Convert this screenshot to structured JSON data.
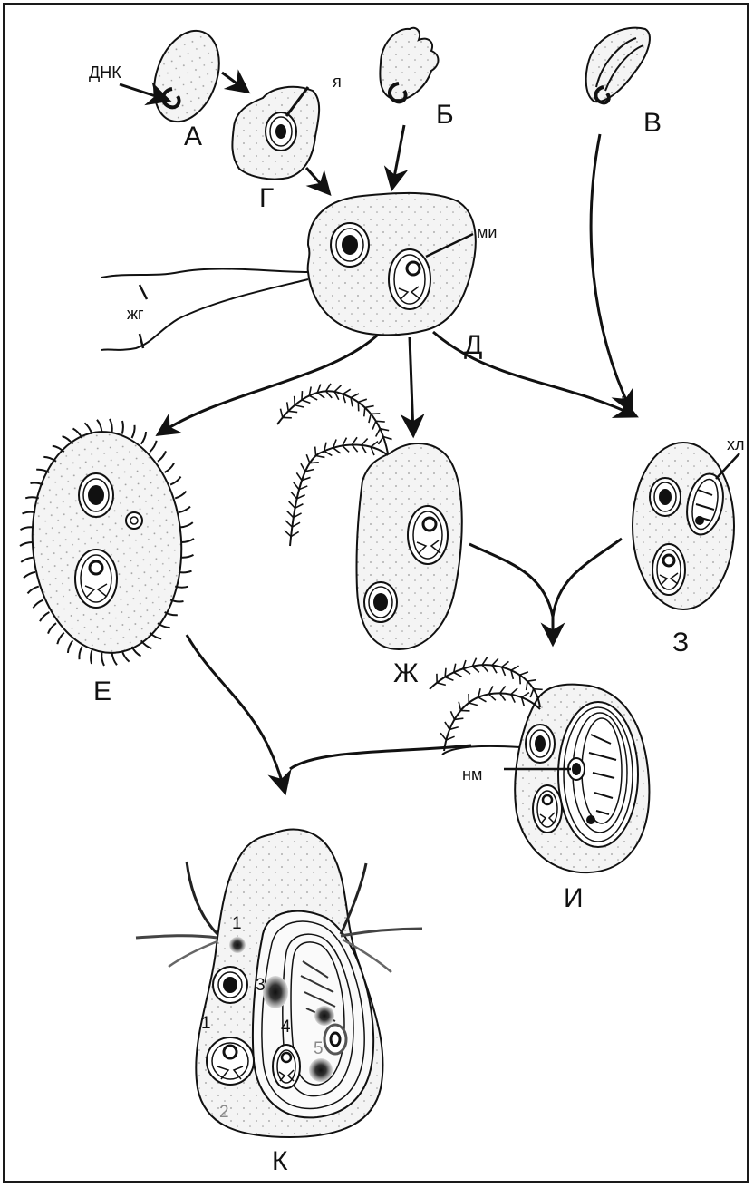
{
  "labels": {
    "dnk": "ДНК",
    "ya": "я",
    "mi": "ми",
    "zhg": "жг",
    "hl": "хл",
    "nm": "нм",
    "A": "А",
    "B": "Б",
    "V": "В",
    "G": "Г",
    "D": "Д",
    "E": "Е",
    "ZH": "Ж",
    "Z": "З",
    "I": "И",
    "K": "К"
  },
  "numbers": {
    "n1a": "1",
    "n1b": "1",
    "n2": "2",
    "n3": "3",
    "n4": "4",
    "n5": "5"
  },
  "colors": {
    "ink": "#111111",
    "cell_fill": "#f1f1f1",
    "stipple": "#9a9a9a",
    "nucleus": "#111111",
    "gray_label": "#8a8a8a"
  }
}
